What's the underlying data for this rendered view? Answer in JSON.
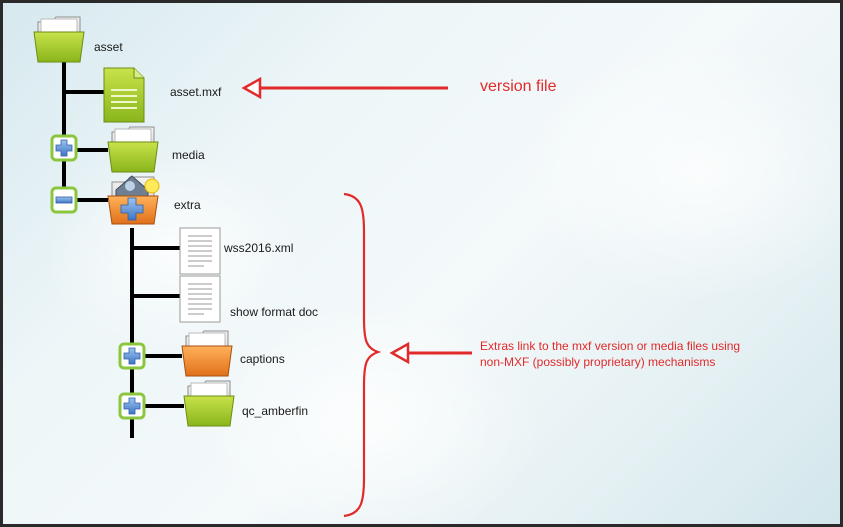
{
  "tree": {
    "asset": "asset",
    "asset_mxf": "asset.mxf",
    "media": "media",
    "extra": "extra",
    "wss": "wss2016.xml",
    "show_format": "show format doc",
    "captions": "captions",
    "qc": "qc_amberfin"
  },
  "annotations": {
    "version_file": "version file",
    "extras_line1": "Extras link to the mxf version or media files using",
    "extras_line2": "non-MXF (possibly proprietary) mechanisms"
  },
  "colors": {
    "line": "#000000",
    "folder_green": "#a7cc2a",
    "folder_orange": "#f3932e",
    "expander_border": "#8cc63f",
    "expander_plus": "#5e8fd1",
    "annotation_red": "#e22a2a"
  }
}
